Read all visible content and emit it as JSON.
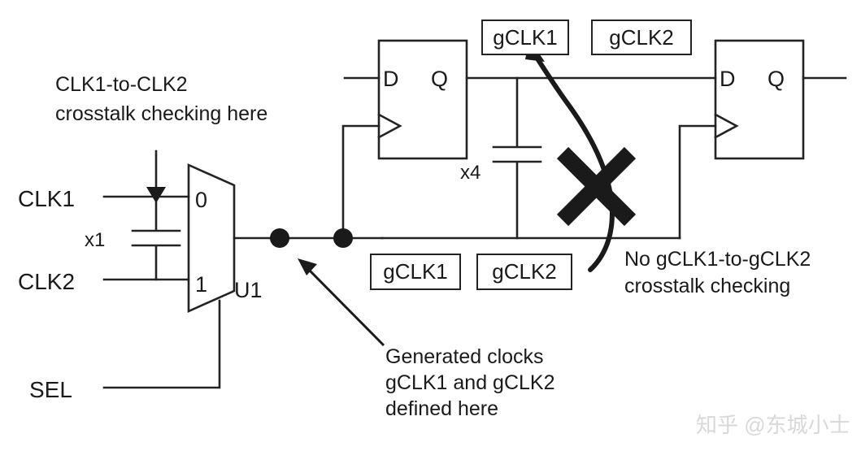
{
  "diagram": {
    "title": "Generated clock crosstalk checking diagram",
    "stroke_color": "#232323",
    "text_color": "#1a1a1a",
    "background": "#ffffff"
  },
  "inputs": {
    "clk1": "CLK1",
    "clk2": "CLK2",
    "sel": "SEL"
  },
  "mux": {
    "ref": "U1",
    "sel0": "0",
    "sel1": "1",
    "cap_label": "x1"
  },
  "flipflop1": {
    "d_pin": "D",
    "q_pin": "Q",
    "drive_label": "x4"
  },
  "flipflop2": {
    "d_pin": "D",
    "q_pin": "Q"
  },
  "net_labels": {
    "top_gclk1": "gCLK1",
    "top_gclk2": "gCLK2",
    "bottom_gclk1": "gCLK1",
    "bottom_gclk2": "gCLK2"
  },
  "annotations": {
    "top_left": {
      "line1": "CLK1-to-CLK2",
      "line2": "crosstalk checking here"
    },
    "bottom_center": {
      "line1": "Generated clocks",
      "line2": "gCLK1 and gCLK2",
      "line3": "defined here"
    },
    "bottom_right": {
      "line1": "No gCLK1-to-gCLK2",
      "line2": "crosstalk checking"
    }
  },
  "marks": {
    "forbidden": "x-cross-mark"
  },
  "watermark": {
    "text": "知乎 @东城小士"
  }
}
